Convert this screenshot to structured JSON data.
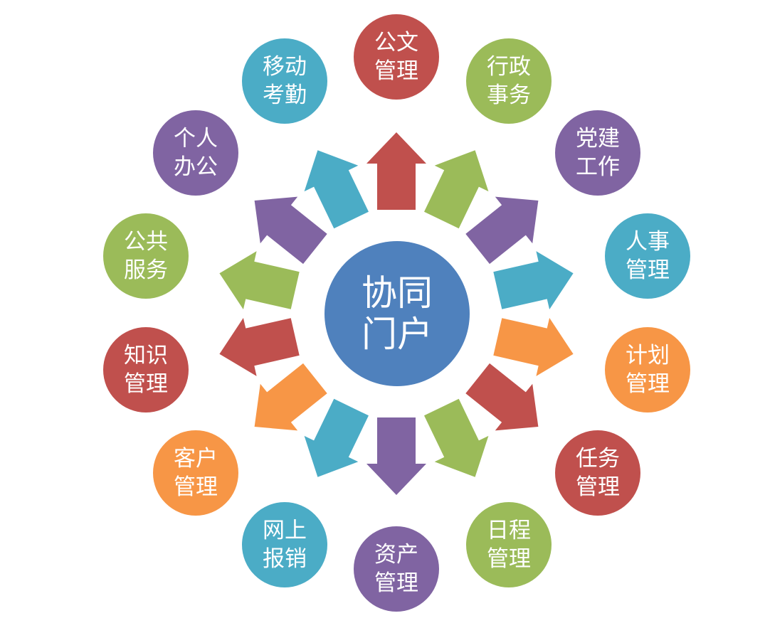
{
  "center": {
    "line1": "协同",
    "line2": "门户",
    "color": "#4F81BD"
  },
  "nodes": [
    {
      "line1": "公文",
      "line2": "管理",
      "color": "#C0504D"
    },
    {
      "line1": "行政",
      "line2": "事务",
      "color": "#9BBB59"
    },
    {
      "line1": "党建",
      "line2": "工作",
      "color": "#8064A2"
    },
    {
      "line1": "人事",
      "line2": "管理",
      "color": "#4BACC6"
    },
    {
      "line1": "计划",
      "line2": "管理",
      "color": "#F79646"
    },
    {
      "line1": "任务",
      "line2": "管理",
      "color": "#C0504D"
    },
    {
      "line1": "日程",
      "line2": "管理",
      "color": "#9BBB59"
    },
    {
      "line1": "资产",
      "line2": "管理",
      "color": "#8064A2"
    },
    {
      "line1": "网上",
      "line2": "报销",
      "color": "#4BACC6"
    },
    {
      "line1": "客户",
      "line2": "管理",
      "color": "#F79646"
    },
    {
      "line1": "知识",
      "line2": "管理",
      "color": "#C0504D"
    },
    {
      "line1": "公共",
      "line2": "服务",
      "color": "#9BBB59"
    },
    {
      "line1": "个人",
      "line2": "办公",
      "color": "#8064A2"
    },
    {
      "line1": "移动",
      "line2": "考勤",
      "color": "#4BACC6"
    }
  ]
}
